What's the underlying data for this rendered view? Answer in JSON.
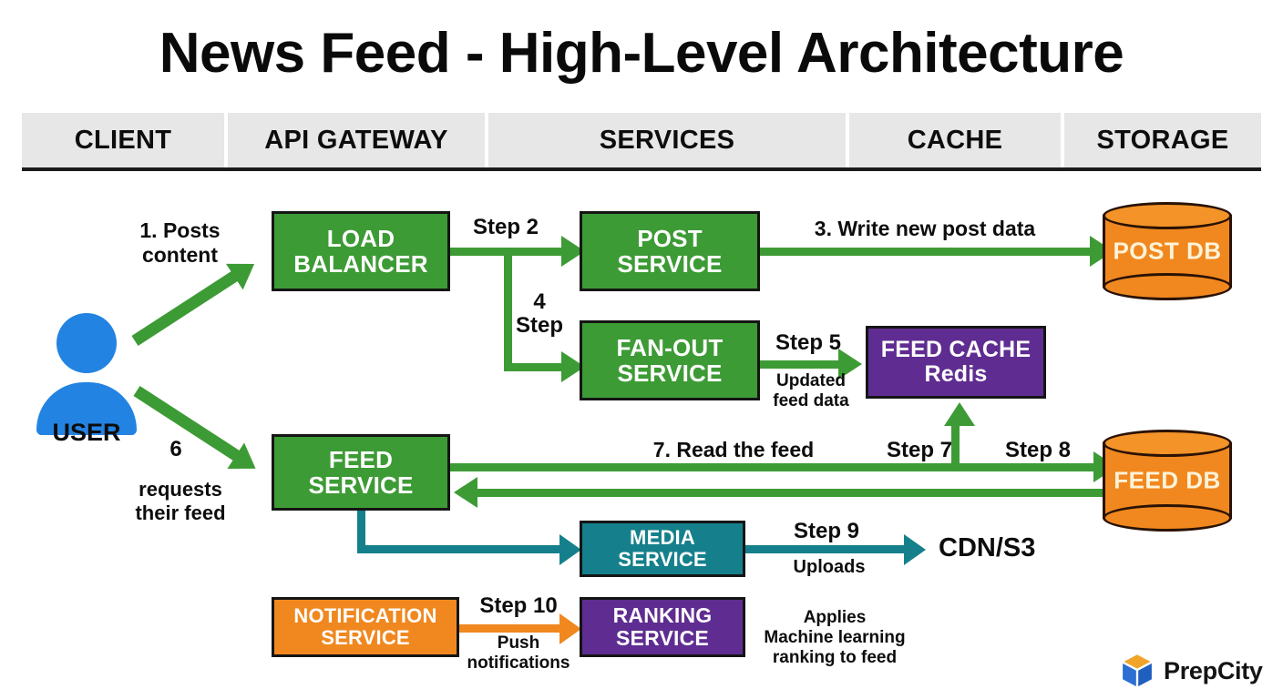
{
  "title": "News Feed - High-Level Architecture",
  "header": {
    "columns": [
      {
        "label": "CLIENT"
      },
      {
        "label": "API GATEWAY"
      },
      {
        "label": "SERVICES"
      },
      {
        "label": "CACHE"
      },
      {
        "label": "STORAGE"
      }
    ]
  },
  "actors": {
    "user": {
      "label": "USER",
      "icon": "user-icon",
      "color": "#2383E2"
    }
  },
  "nodes": {
    "load_balancer": {
      "line1": "LOAD",
      "line2": "BALANCER",
      "color": "#3D9B35"
    },
    "post_service": {
      "line1": "POST",
      "line2": "SERVICE",
      "color": "#3D9B35"
    },
    "fanout_service": {
      "line1": "FAN-OUT",
      "line2": "SERVICE",
      "color": "#3D9B35"
    },
    "feed_service": {
      "line1": "FEED",
      "line2": "SERVICE",
      "color": "#3D9B35"
    },
    "feed_cache": {
      "line1": "FEED CACHE",
      "line2": "Redis",
      "color": "#5F2D91"
    },
    "media_service": {
      "line1": "MEDIA",
      "line2": "SERVICE",
      "color": "#15808C"
    },
    "notification_service": {
      "line1": "NOTIFICATION",
      "line2": "SERVICE",
      "color": "#F0881F"
    },
    "ranking_service": {
      "line1": "RANKING",
      "line2": "SERVICE",
      "color": "#5F2D91"
    },
    "post_db": {
      "label": "POST DB",
      "color": "#F0881F"
    },
    "feed_db": {
      "label": "FEED DB",
      "color": "#F0881F"
    },
    "cdn": {
      "label": "CDN/S3"
    }
  },
  "edge_labels": {
    "posts_content": "1. Posts\ncontent",
    "step2": "Step 2",
    "write_new_post": "3. Write new post data",
    "step4_num": "4",
    "step4_word": "Step",
    "step5": "Step 5",
    "updated_feed_data": "Updated\nfeed data",
    "requests_num": "6",
    "requests_feed": "requests\ntheir feed",
    "read_the_feed": "7. Read the feed",
    "step7": "Step 7",
    "step8": "Step 8",
    "step9": "Step 9",
    "uploads": "Uploads",
    "step10": "Step 10",
    "push_notifications": "Push\nnotifications",
    "ml_ranking": "Applies\nMachine learning\nranking to feed"
  },
  "brand": {
    "name": "PrepCity",
    "mark_top_color": "#F0A52A",
    "mark_side_color": "#2C6FD1"
  }
}
